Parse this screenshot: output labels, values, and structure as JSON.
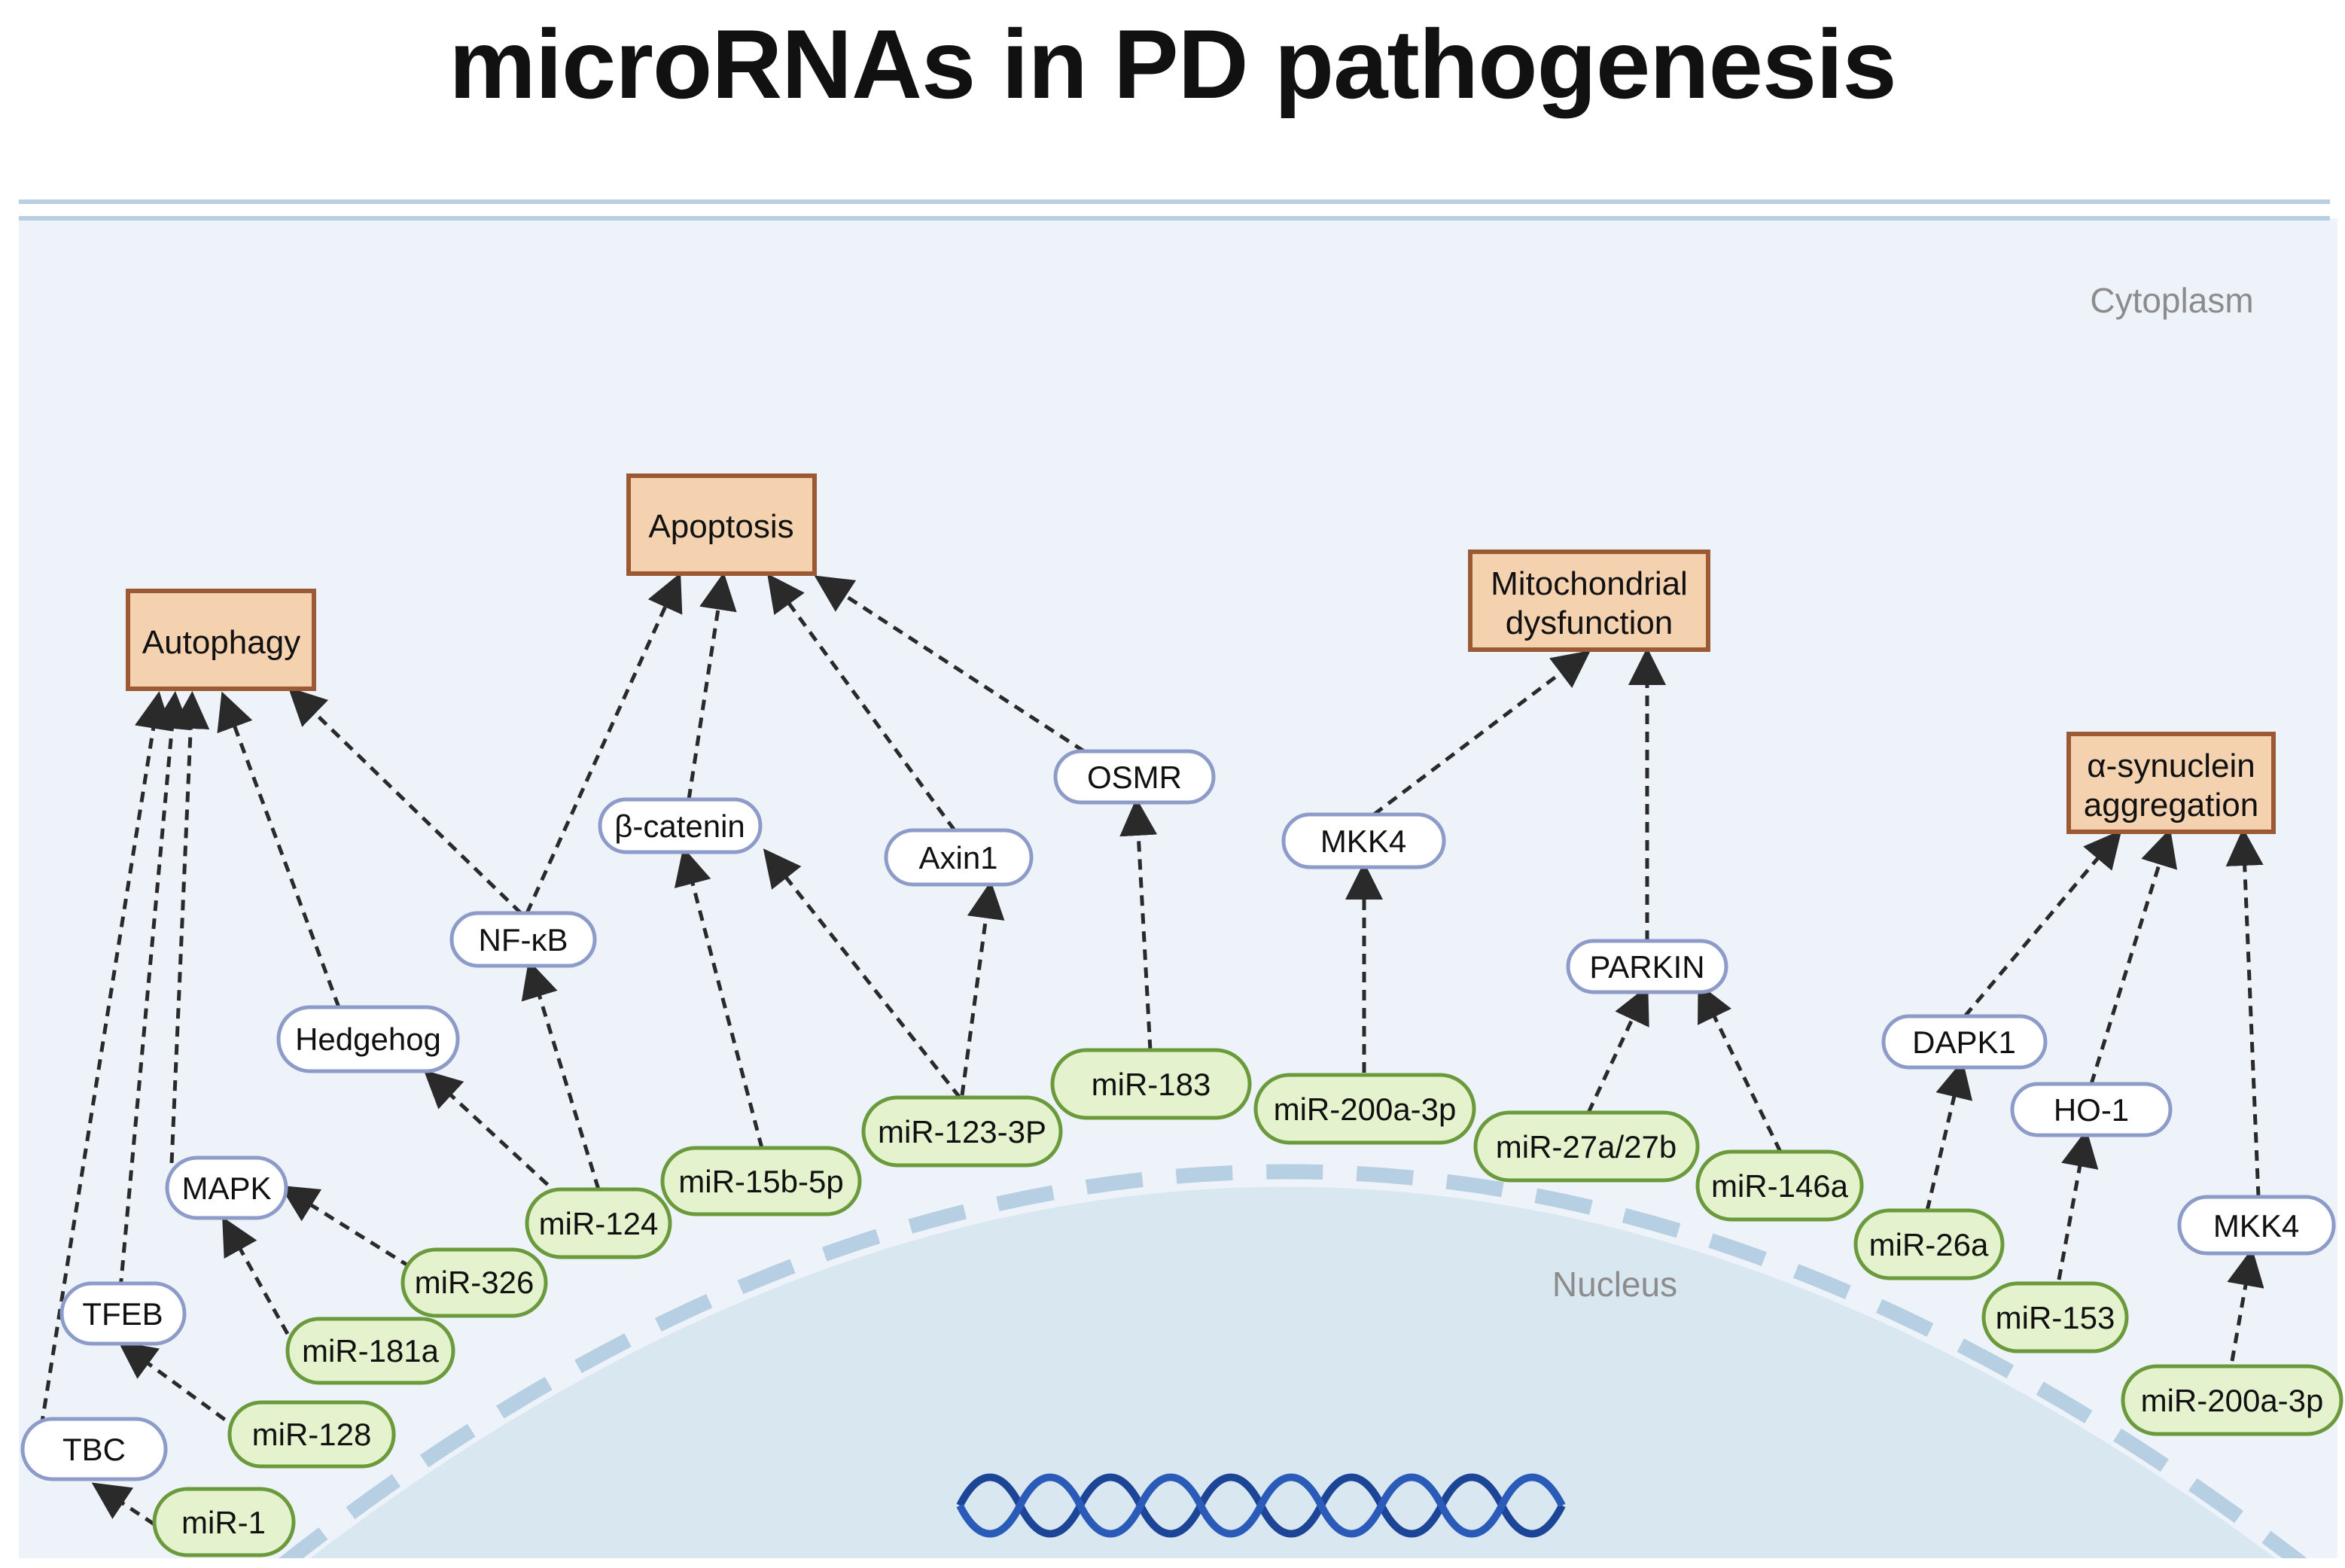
{
  "title": "microRNAs in PD pathogenesis",
  "regions": {
    "cytoplasm": "Cytoplasm",
    "nucleus": "Nucleus"
  },
  "colors": {
    "process_fill": "#f4d2b0",
    "process_stroke": "#9c5a34",
    "protein_fill": "#ffffff",
    "protein_stroke": "#8d9bc9",
    "mirna_fill": "#e4f2cd",
    "mirna_stroke": "#6a9a3c",
    "cytoplasm_bg": "#eef3fa",
    "nucleus_bg": "#d9e7f1",
    "membrane": "#b9cfe2",
    "dna": "#1d4597",
    "arrow": "#2a2a2a"
  },
  "processes": {
    "autophagy": "Autophagy",
    "apoptosis": "Apoptosis",
    "mito_line1": "Mitochondrial",
    "mito_line2": "dysfunction",
    "syn_line1": "α-synuclein",
    "syn_line2": "aggregation"
  },
  "proteins": {
    "tbc": "TBC",
    "tfeb": "TFEB",
    "mapk": "MAPK",
    "hedgehog": "Hedgehog",
    "nfkb": "NF-κB",
    "bcatenin": "β-catenin",
    "axin1": "Axin1",
    "osmr": "OSMR",
    "mkk4a": "MKK4",
    "parkin": "PARKIN",
    "dapk1": "DAPK1",
    "ho1": "HO-1",
    "mkk4b": "MKK4"
  },
  "mirnas": {
    "mir1": "miR-1",
    "mir128": "miR-128",
    "mir181a": "miR-181a",
    "mir326": "miR-326",
    "mir124": "miR-124",
    "mir15b": "miR-15b-5p",
    "mir123": "miR-123-3P",
    "mir183": "miR-183",
    "mir200a": "miR-200a-3p",
    "mir27": "miR-27a/27b",
    "mir146a": "miR-146a",
    "mir26a": "miR-26a",
    "mir153": "miR-153",
    "mir200b": "miR-200a-3p"
  }
}
